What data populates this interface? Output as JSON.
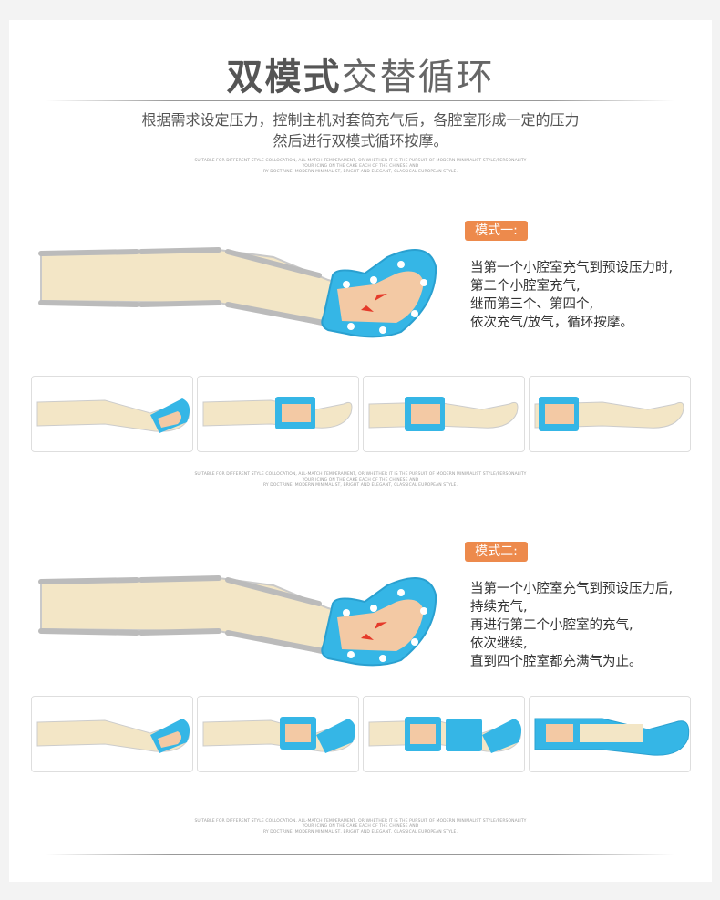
{
  "header": {
    "title_bold": "双模式",
    "title_light": "交替循环",
    "subtitle_line1": "根据需求设定压力，控制主机对套筒充气后，各腔室形成一定的压力",
    "subtitle_line2": "然后进行双模式循环按摩。"
  },
  "fine_print": {
    "line1": "SUITABLE FOR DIFFERENT STYLE COLLOCATION, ALL-MATCH TEMPERAMENT, OR WHETHER IT IS THE PURSUIT OF MODERN MINIMALIST STYLE/PERSONALITY",
    "line2": "YOUR ICING ON THE CAKE EACH OF THE CHINESE AND",
    "line3": "RY DOCTRINE, MODERN MINIMALIST, BRIGHT AND ELEGANT, CLASSICAL EUROPEAN STYLE."
  },
  "mode1": {
    "badge": "模式一:",
    "lines": [
      "当第一个小腔室充气到预设压力时,",
      "第二个小腔室充气,",
      "继而第三个、第四个,",
      "依次充气/放气，循环按摩。"
    ]
  },
  "mode2": {
    "badge": "模式二:",
    "lines": [
      "当第一个小腔室充气到预设压力后,",
      "持续充气,",
      "再进行第二个小腔室的充气,",
      "依次继续,",
      "直到四个腔室都充满气为止。"
    ]
  },
  "colors": {
    "accent_orange": "#ed8a4c",
    "chamber_blue": "#35b6e6",
    "leg_beige": "#f3e6c6",
    "skin": "#f3c9a4"
  }
}
